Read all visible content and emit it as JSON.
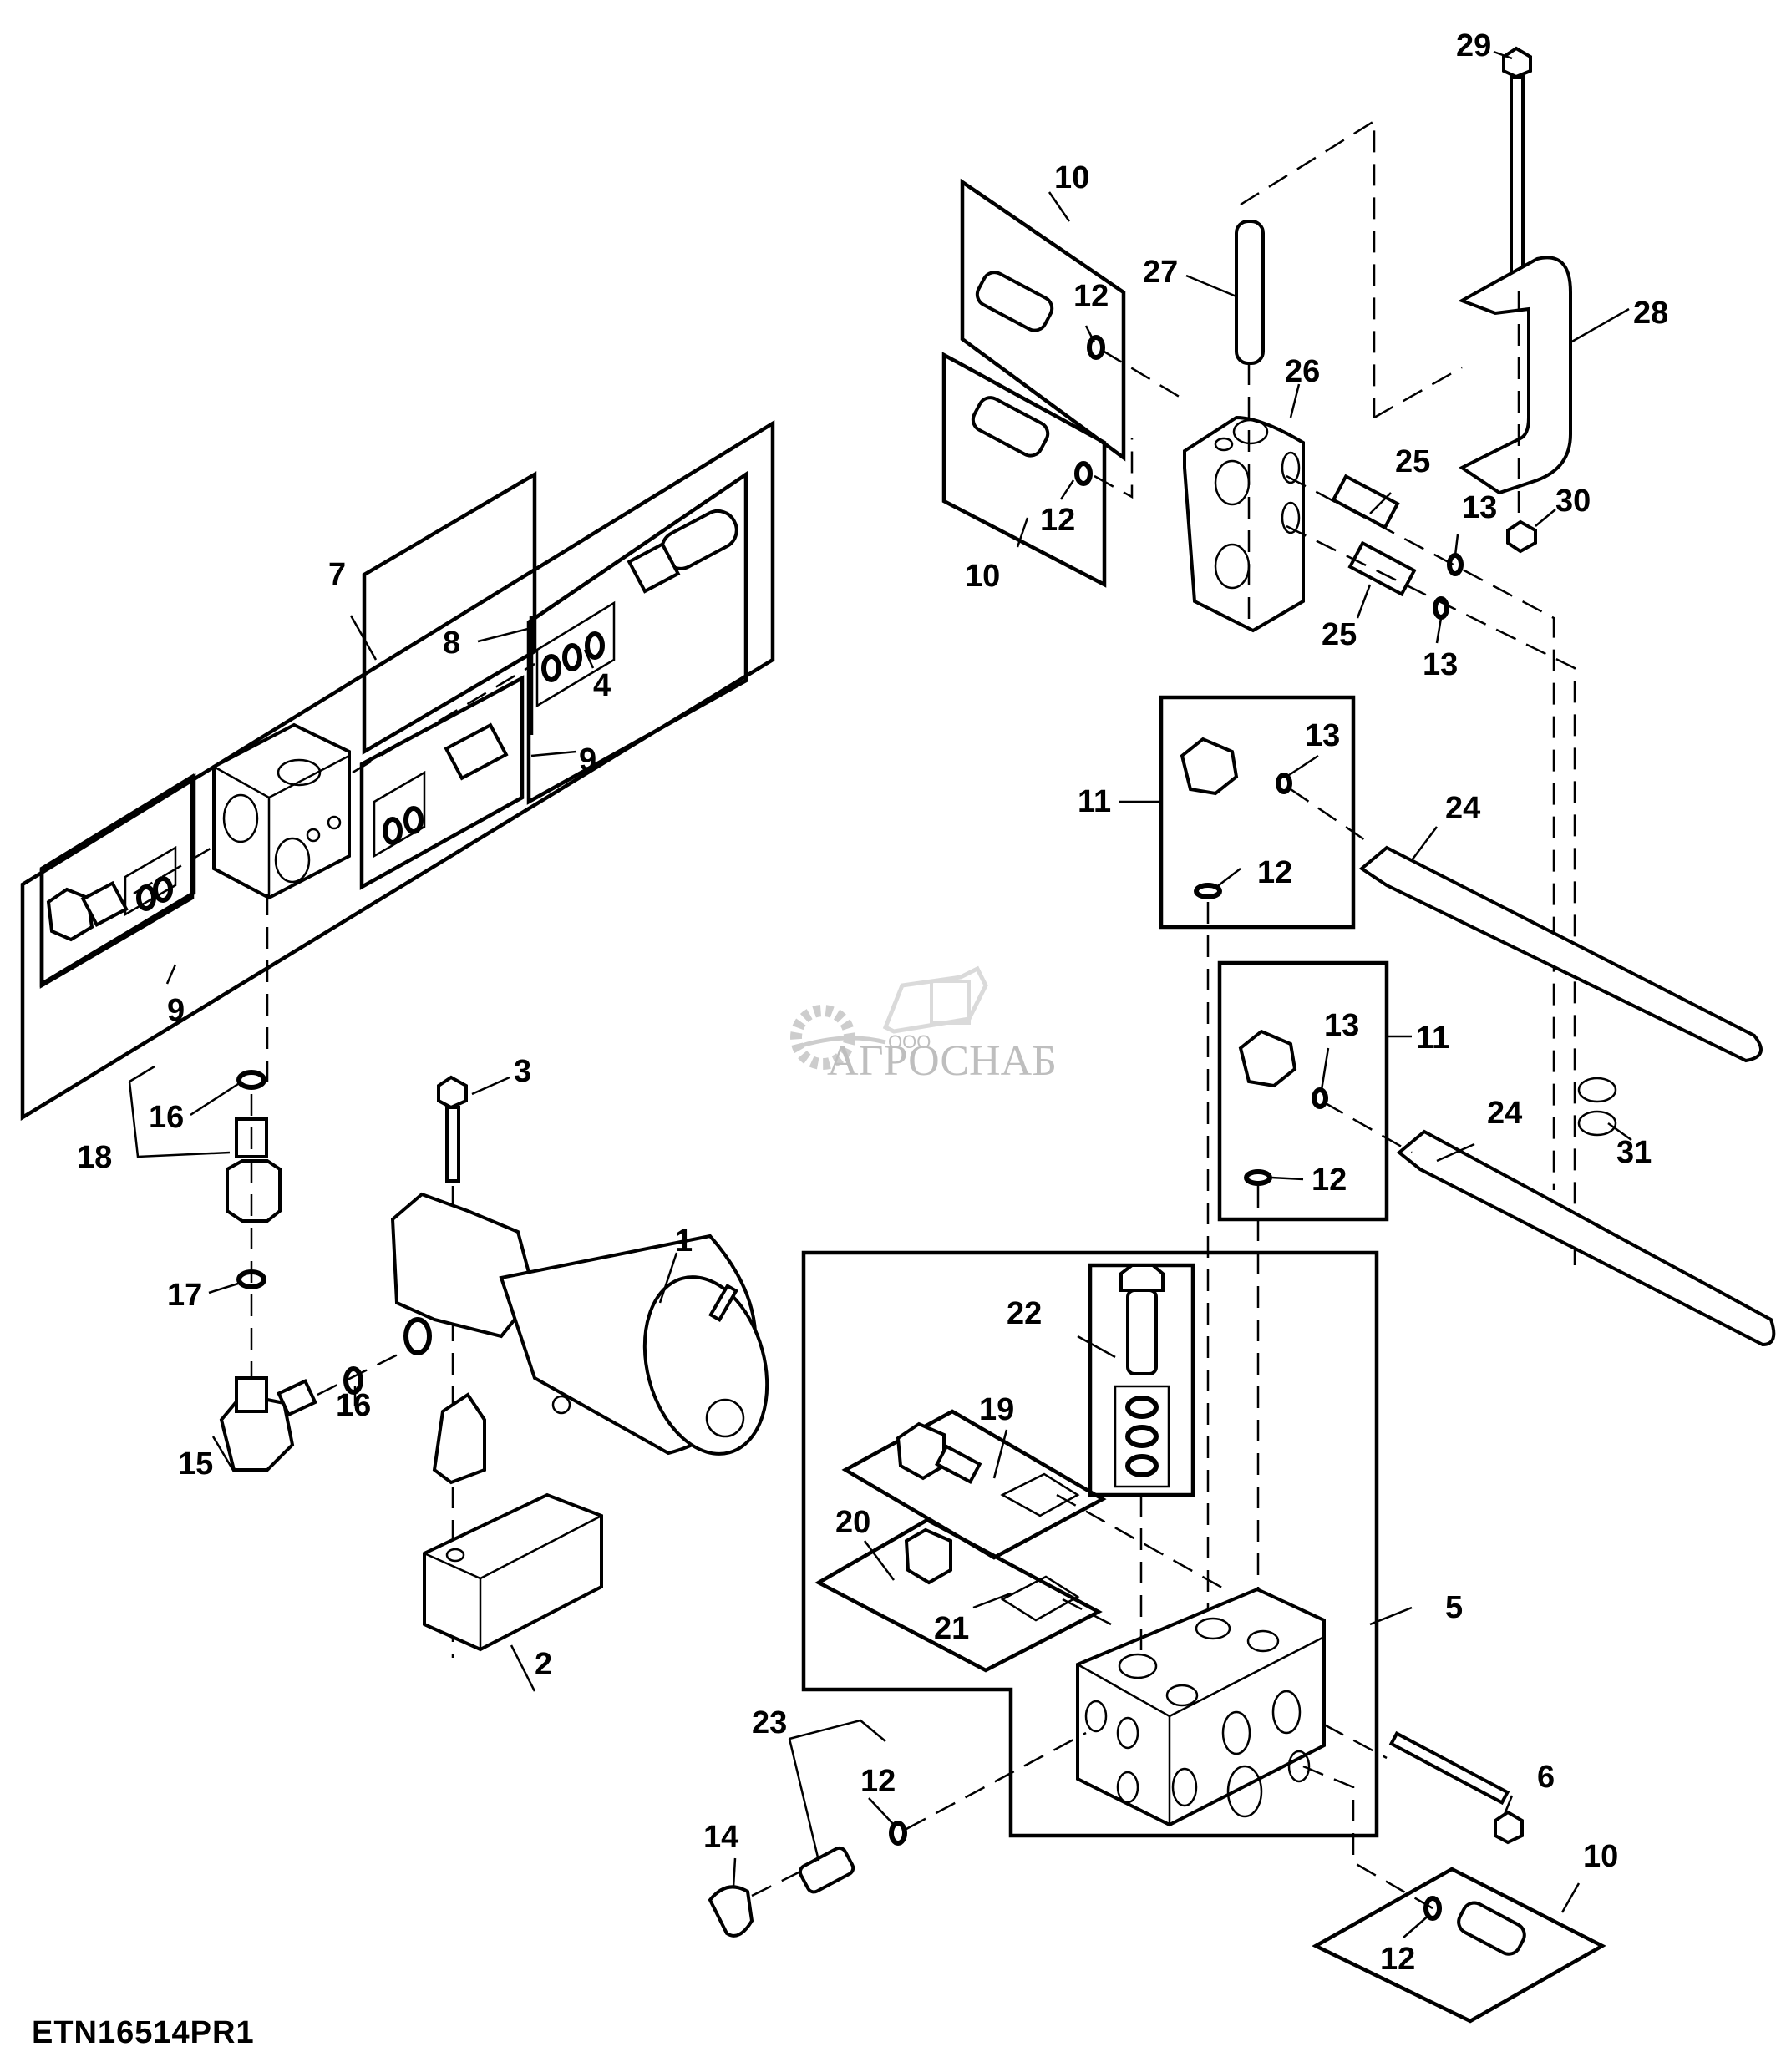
{
  "figure_id": "ETN16514PR1",
  "watermark": {
    "prefix": "ООО",
    "name": "АГРОСНАБ"
  },
  "callouts": {
    "c1": "1",
    "c2": "2",
    "c3": "3",
    "c4": "4",
    "c5": "5",
    "c6": "6",
    "c7": "7",
    "c8": "8",
    "c9a": "9",
    "c9b": "9",
    "c10a": "10",
    "c10b": "10",
    "c10c": "10",
    "c11a": "11",
    "c11b": "11",
    "c12a": "12",
    "c12b": "12",
    "c12c": "12",
    "c12d": "12",
    "c12e": "12",
    "c12f": "12",
    "c13a": "13",
    "c13b": "13",
    "c13c": "13",
    "c13d": "13",
    "c14": "14",
    "c15": "15",
    "c16a": "16",
    "c16b": "16",
    "c17": "17",
    "c18": "18",
    "c19": "19",
    "c20": "20",
    "c21": "21",
    "c22": "22",
    "c23": "23",
    "c24a": "24",
    "c24b": "24",
    "c25a": "25",
    "c25b": "25",
    "c26": "26",
    "c27": "27",
    "c28": "28",
    "c29": "29",
    "c30": "30",
    "c31": "31"
  }
}
